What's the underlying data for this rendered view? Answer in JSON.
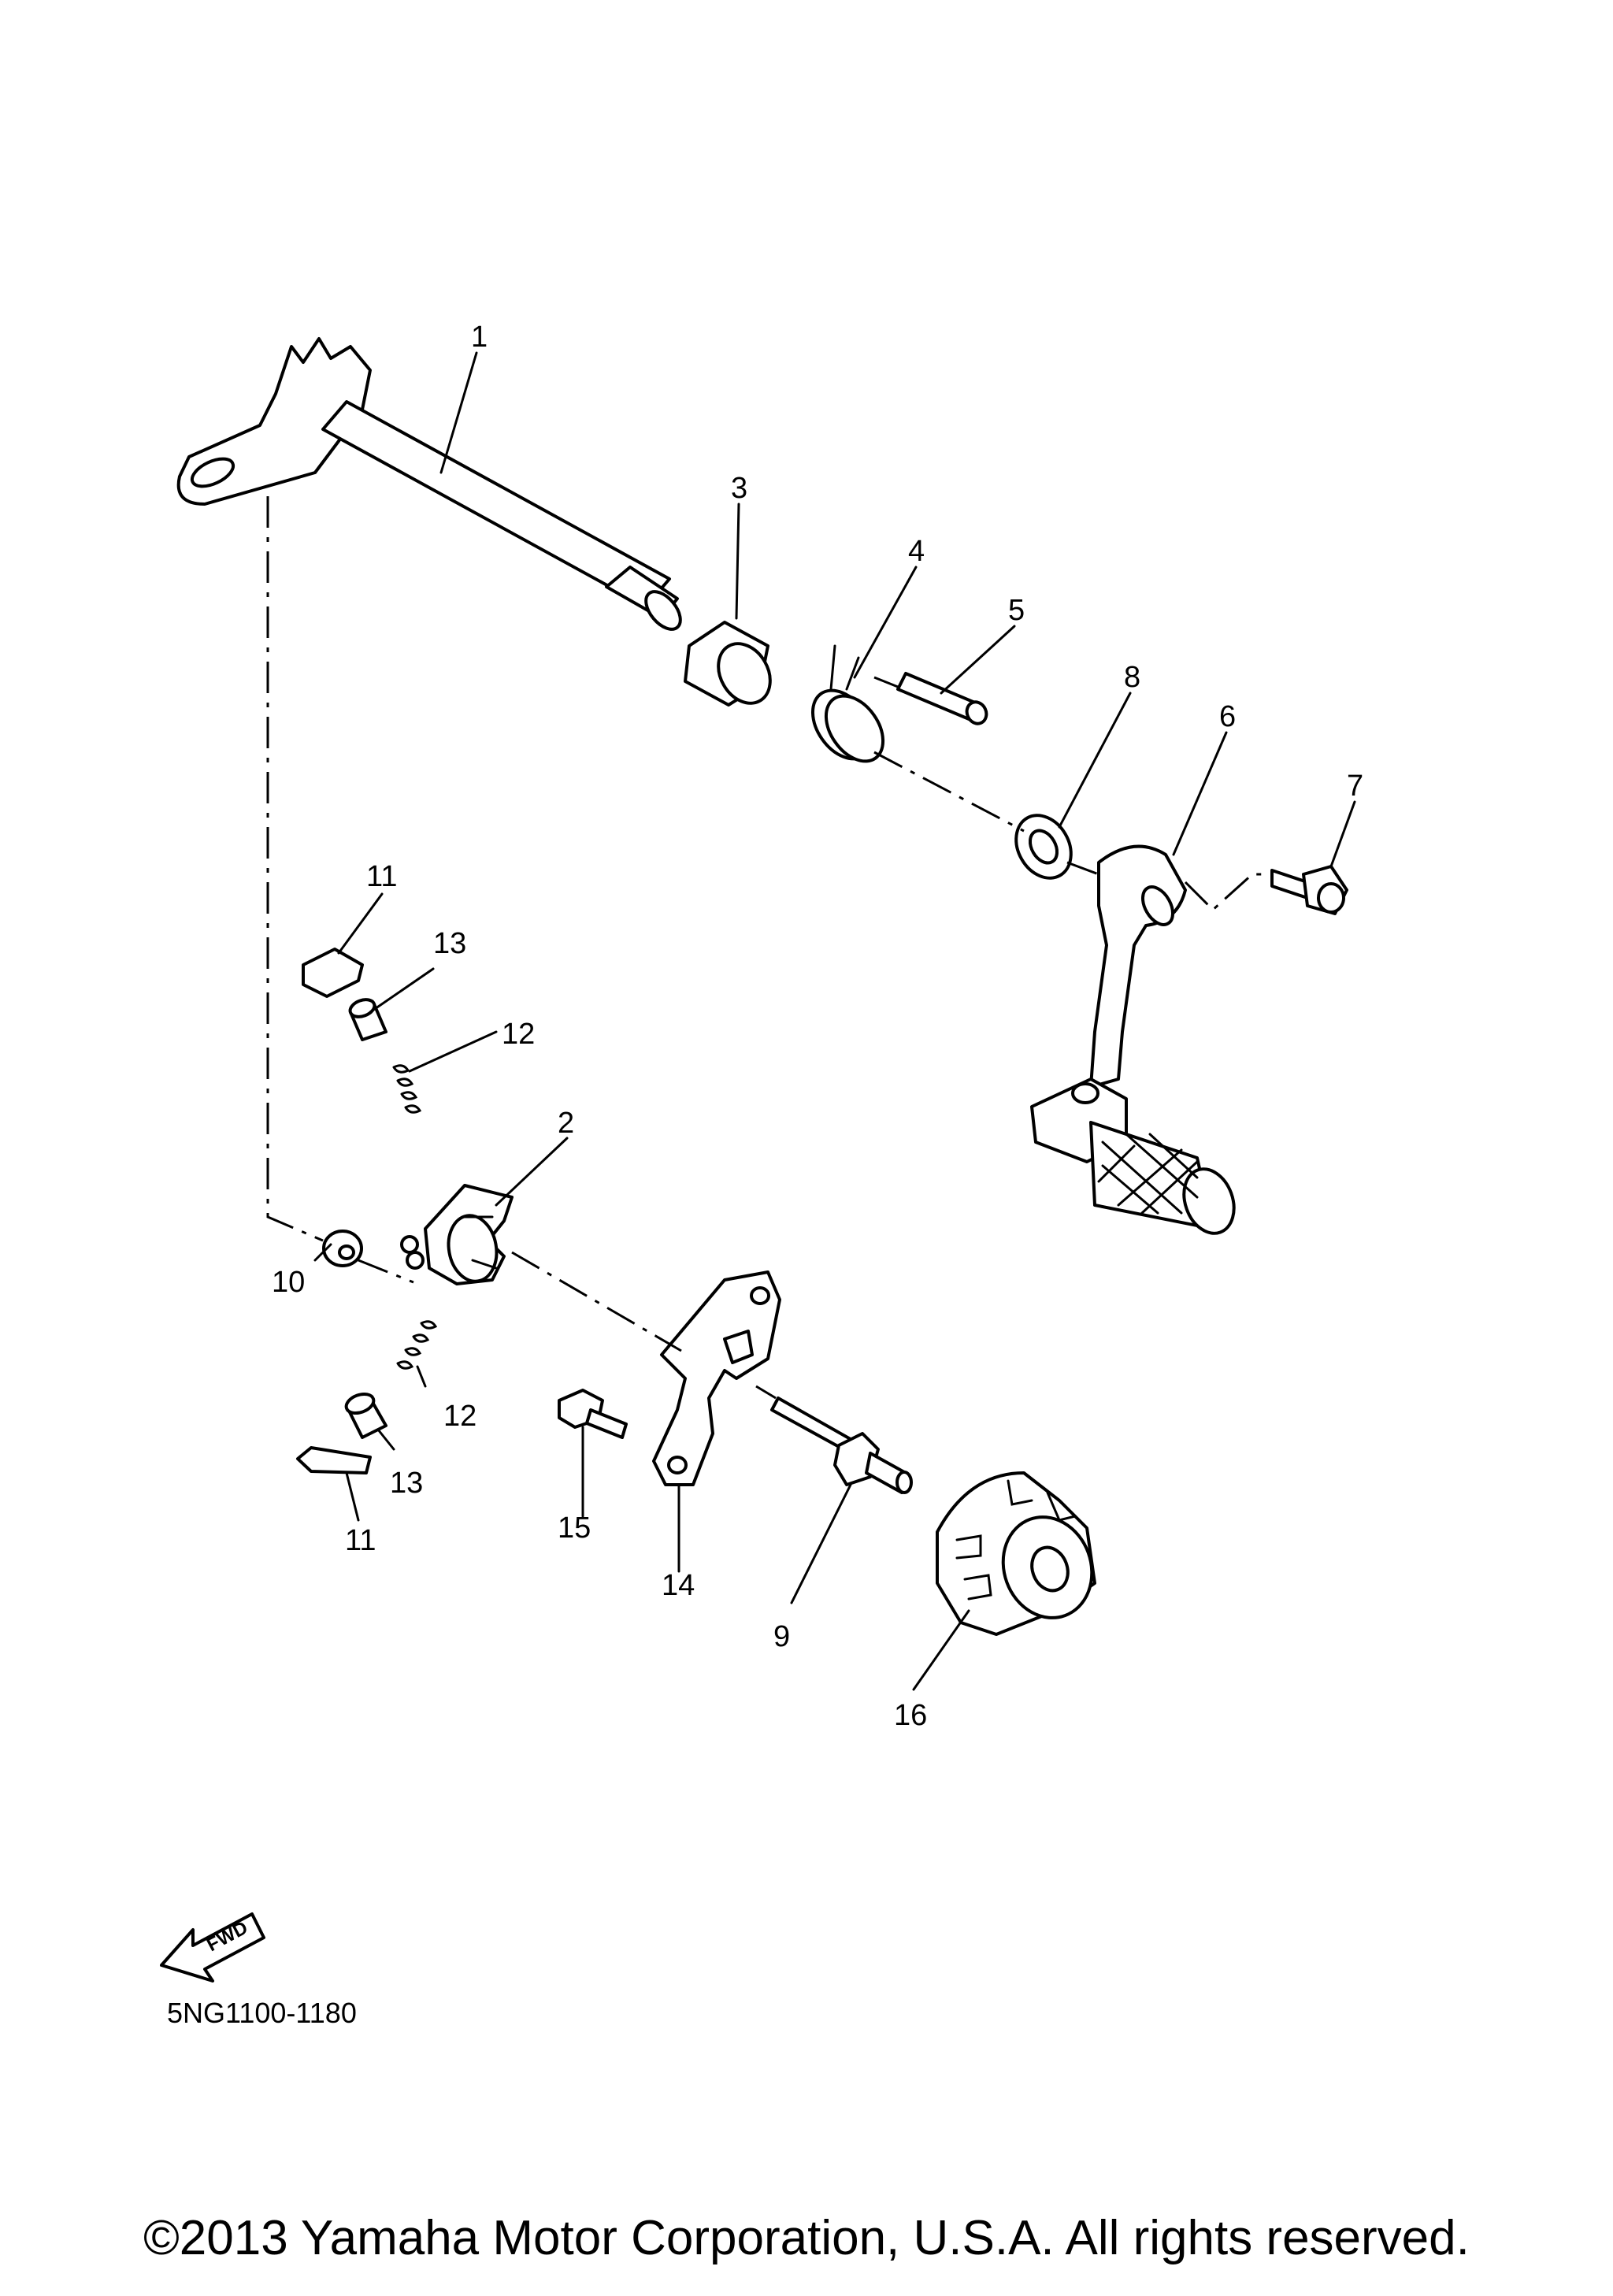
{
  "diagram": {
    "part_numbers": [
      "1",
      "2",
      "3",
      "4",
      "5",
      "6",
      "7",
      "8",
      "9",
      "10",
      "11",
      "11",
      "12",
      "12",
      "13",
      "13",
      "14",
      "15",
      "16"
    ],
    "fwd_label": "FWD",
    "diagram_code": "5NG1100-1180",
    "copyright": "©2013 Yamaha Motor Corporation, U.S.A. All rights reserved."
  }
}
